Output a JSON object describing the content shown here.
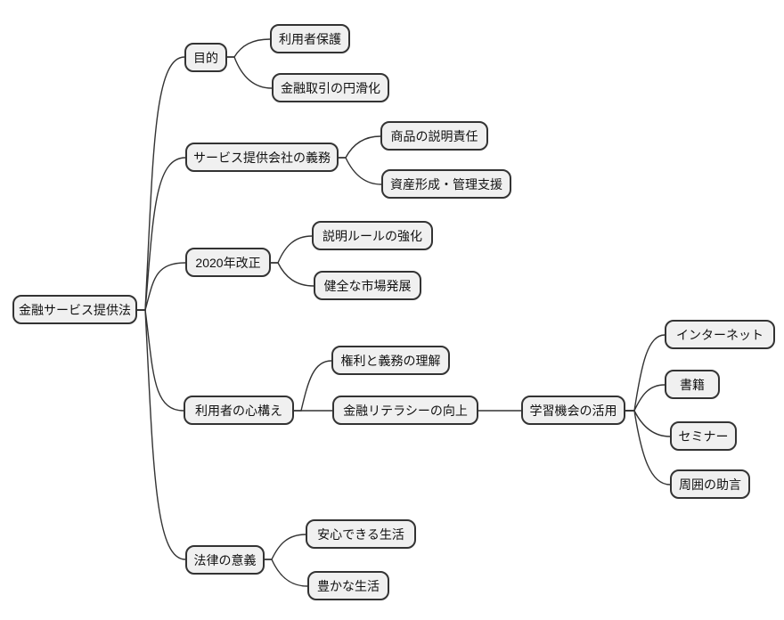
{
  "diagram": {
    "type": "mindmap",
    "root": {
      "label": "金融サービス提供法"
    },
    "branches": [
      {
        "label": "目的",
        "children": [
          {
            "label": "利用者保護"
          },
          {
            "label": "金融取引の円滑化"
          }
        ]
      },
      {
        "label": "サービス提供会社の義務",
        "children": [
          {
            "label": "商品の説明責任"
          },
          {
            "label": "資産形成・管理支援"
          }
        ]
      },
      {
        "label": "2020年改正",
        "children": [
          {
            "label": "説明ルールの強化"
          },
          {
            "label": "健全な市場発展"
          }
        ]
      },
      {
        "label": "利用者の心構え",
        "children": [
          {
            "label": "権利と義務の理解"
          },
          {
            "label": "金融リテラシーの向上",
            "children": [
              {
                "label": "学習機会の活用",
                "children": [
                  {
                    "label": "インターネット"
                  },
                  {
                    "label": "書籍"
                  },
                  {
                    "label": "セミナー"
                  },
                  {
                    "label": "周囲の助言"
                  }
                ]
              }
            ]
          }
        ]
      },
      {
        "label": "法律の意義",
        "children": [
          {
            "label": "安心できる生活"
          },
          {
            "label": "豊かな生活"
          }
        ]
      }
    ],
    "colors": {
      "background": "#ffffff",
      "node_fill": "#f0f0f0",
      "node_border": "#333333",
      "edge": "#333333",
      "text": "#111111"
    }
  }
}
